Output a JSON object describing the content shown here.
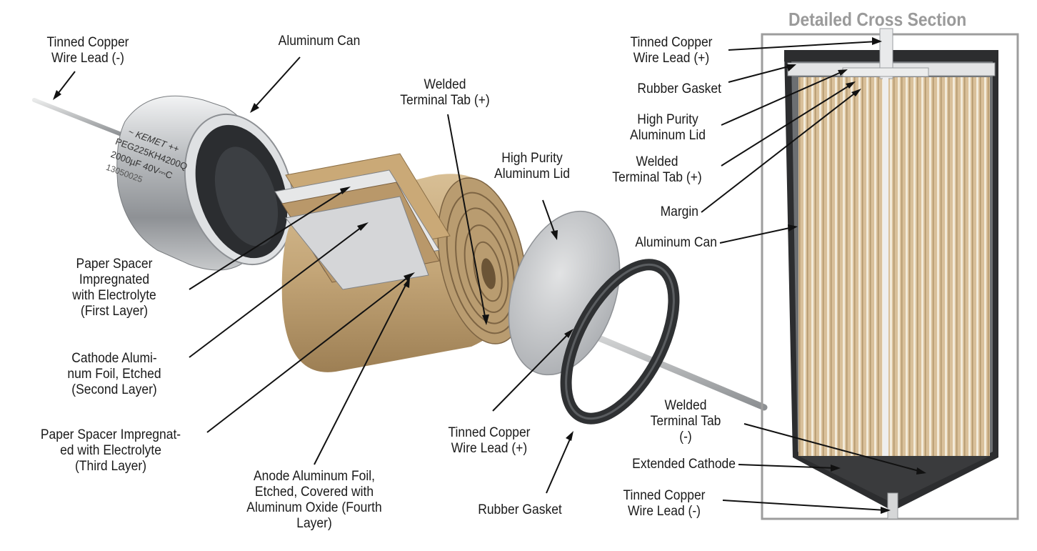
{
  "cross_section_title": "Detailed Cross Section",
  "can_marking": {
    "brand": "~ KEMET ++",
    "part_number": "PEG225KH4200Q",
    "rating": "2000µF 40V⎓C",
    "lot": "13050025"
  },
  "exploded_labels": {
    "lead_negative": "Tinned Copper\nWire Lead (-)",
    "aluminum_can": "Aluminum Can",
    "welded_tab_positive": "Welded\nTerminal Tab (+)",
    "aluminum_lid": "High Purity\nAluminum Lid",
    "paper_first": "Paper Spacer\nImpregnated\nwith Electrolyte\n(First Layer)",
    "cathode_second": "Cathode Alumi-\nnum Foil, Etched\n(Second Layer)",
    "paper_third": "Paper Spacer Impregnat-\ned with Electrolyte\n(Third Layer)",
    "anode_fourth": "Anode Aluminum Foil,\nEtched, Covered with\nAluminum Oxide (Fourth\nLayer)",
    "lead_positive": "Tinned Copper\nWire Lead (+)",
    "rubber_gasket": "Rubber Gasket"
  },
  "cross_section_labels": {
    "lead_positive": "Tinned Copper\nWire Lead (+)",
    "rubber_gasket": "Rubber Gasket",
    "aluminum_lid": "High Purity\nAluminum Lid",
    "welded_tab_positive": "Welded\nTerminal Tab (+)",
    "margin": "Margin",
    "aluminum_can": "Aluminum Can",
    "welded_tab_negative": "Welded\nTerminal Tab\n(-)",
    "extended_cathode": "Extended Cathode",
    "lead_negative": "Tinned Copper\nWire Lead (-)"
  },
  "colors": {
    "paper": "#c9ac80",
    "paper_dark": "#9c7f55",
    "can_metal": "#c4c6c8",
    "gasket": "#3a3a3a",
    "title_gray": "#9a9a9a"
  }
}
